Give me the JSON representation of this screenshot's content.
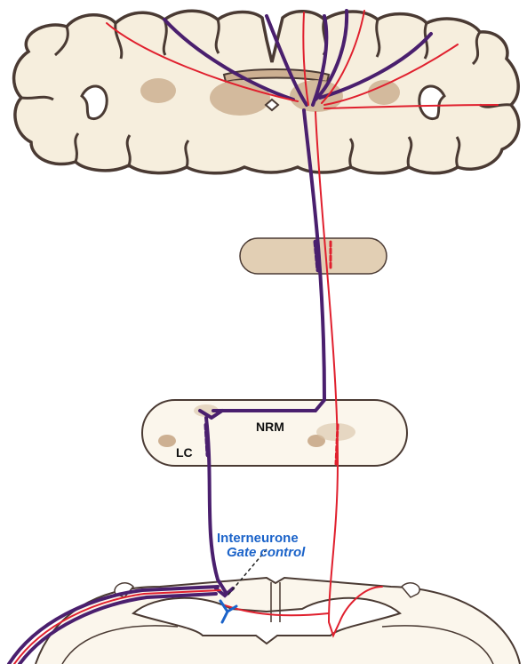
{
  "labels": {
    "nrm": "NRM",
    "lc": "LC",
    "interneurone": "Interneurone",
    "gate_control": "Gate control"
  },
  "colors": {
    "tissue_fill": "#f6eedd",
    "tissue_outline": "#4a3a33",
    "nucleus_fill": "#cdb092",
    "descending_pathway": "#4a1f6e",
    "ascending_pathway": "#e0202e",
    "interneurone": "#1b63c9"
  }
}
